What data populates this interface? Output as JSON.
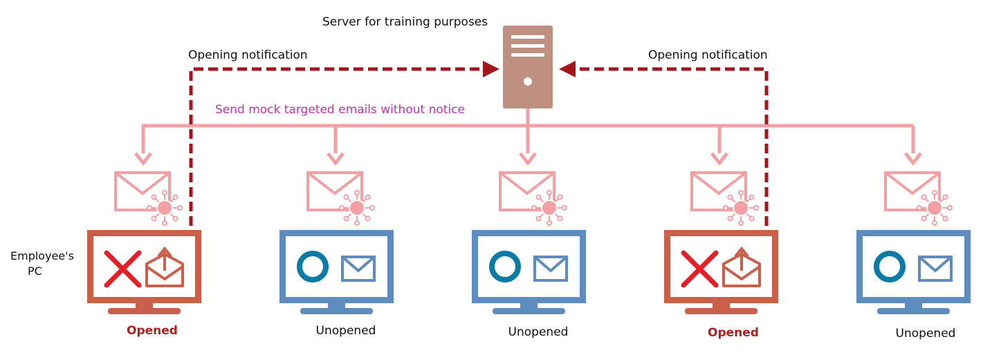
{
  "server": {
    "label": "Server for training purposes"
  },
  "notifications": {
    "left": "Opening notification",
    "right": "Opening notification"
  },
  "send_label": "Send mock targeted emails without notice",
  "employee_label_lines": [
    "Employee's",
    "PC"
  ],
  "pcs": [
    {
      "status": "Opened",
      "state": "opened"
    },
    {
      "status": "Unopened",
      "state": "unopened"
    },
    {
      "status": "Unopened",
      "state": "unopened"
    },
    {
      "status": "Opened",
      "state": "opened"
    },
    {
      "status": "Unopened",
      "state": "unopened"
    }
  ],
  "colors": {
    "server": "#bf907f",
    "distribution": "#f3a0a4",
    "notification": "#a5161c",
    "opened_monitor": "#ca5f4a",
    "unopened_monitor": "#5f8cbe",
    "circle_mark": "#0c7ba6",
    "x_mark": "#e51f28",
    "send_text": "#c530b0",
    "opened_text": "#b01e1e"
  }
}
